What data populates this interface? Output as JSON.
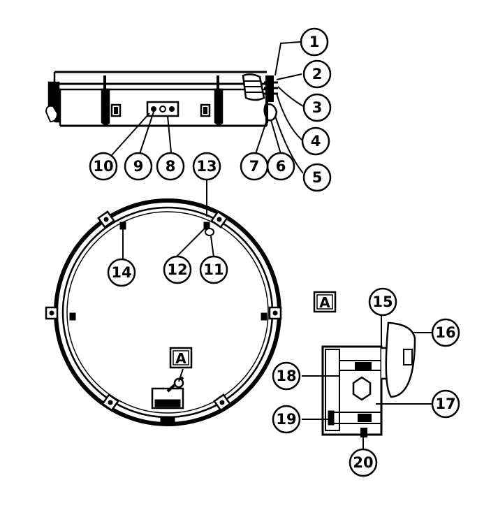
{
  "callouts": [
    {
      "number": "1"
    },
    {
      "number": "2"
    },
    {
      "number": "3"
    },
    {
      "number": "4"
    },
    {
      "number": "5"
    },
    {
      "number": "6"
    },
    {
      "number": "7"
    },
    {
      "number": "8"
    },
    {
      "number": "9"
    },
    {
      "number": "10"
    },
    {
      "number": "11"
    },
    {
      "number": "12"
    },
    {
      "number": "13"
    },
    {
      "number": "14"
    },
    {
      "number": "15"
    },
    {
      "number": "16"
    },
    {
      "number": "17"
    },
    {
      "number": "18"
    },
    {
      "number": "19"
    },
    {
      "number": "20"
    }
  ],
  "detail_labels": {
    "ring_marker": "A",
    "detail_marker": "A"
  },
  "colors": {
    "ink": "#000000",
    "paper": "#ffffff"
  }
}
